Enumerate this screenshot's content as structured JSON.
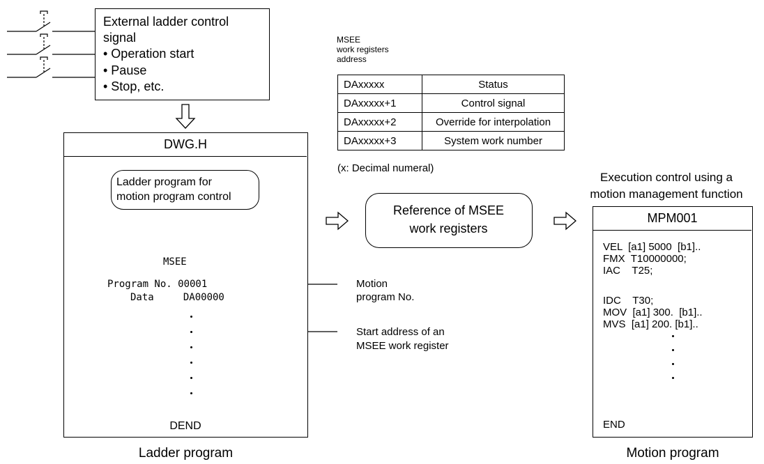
{
  "external_signal": {
    "title_line1": "External ladder control",
    "title_line2": "signal",
    "items": [
      "• Operation start",
      "• Pause",
      "• Stop, etc."
    ]
  },
  "msee_addr_label": [
    "MSEE",
    "work registers",
    "address"
  ],
  "registers": [
    {
      "address": "DAxxxxx",
      "desc": "Status"
    },
    {
      "address": "DAxxxxx+1",
      "desc": "Control signal"
    },
    {
      "address": "DAxxxxx+2",
      "desc": "Override for interpolation"
    },
    {
      "address": "DAxxxxx+3",
      "desc": "System work number"
    }
  ],
  "register_note": "(x: Decimal numeral)",
  "ladder": {
    "header": "DWG.H",
    "bubble_line1": "Ladder program for",
    "bubble_line2": "motion program control",
    "block_name": "MSEE",
    "program_no_label": "Program No. 00001",
    "data_label": "Data     DA00000",
    "end": "DEND",
    "caption": "Ladder program"
  },
  "callouts": {
    "motion_no_line1": "Motion",
    "motion_no_line2": "program No.",
    "start_addr_line1": "Start address of an",
    "start_addr_line2": "MSEE work register"
  },
  "reference": {
    "line1": "Reference of MSEE",
    "line2": "work registers"
  },
  "motion": {
    "heading_line1": "Execution control using a",
    "heading_line2": "motion management function",
    "header": "MPM001",
    "code_a": [
      "VEL  [a1] 5000  [b1]..",
      "FMX  T10000000;",
      "IAC    T25;"
    ],
    "code_b": [
      "IDC    T30;",
      "MOV  [a1] 300.  [b1]..",
      "MVS  [a1] 200. [b1].."
    ],
    "end": "END",
    "caption": "Motion program"
  }
}
